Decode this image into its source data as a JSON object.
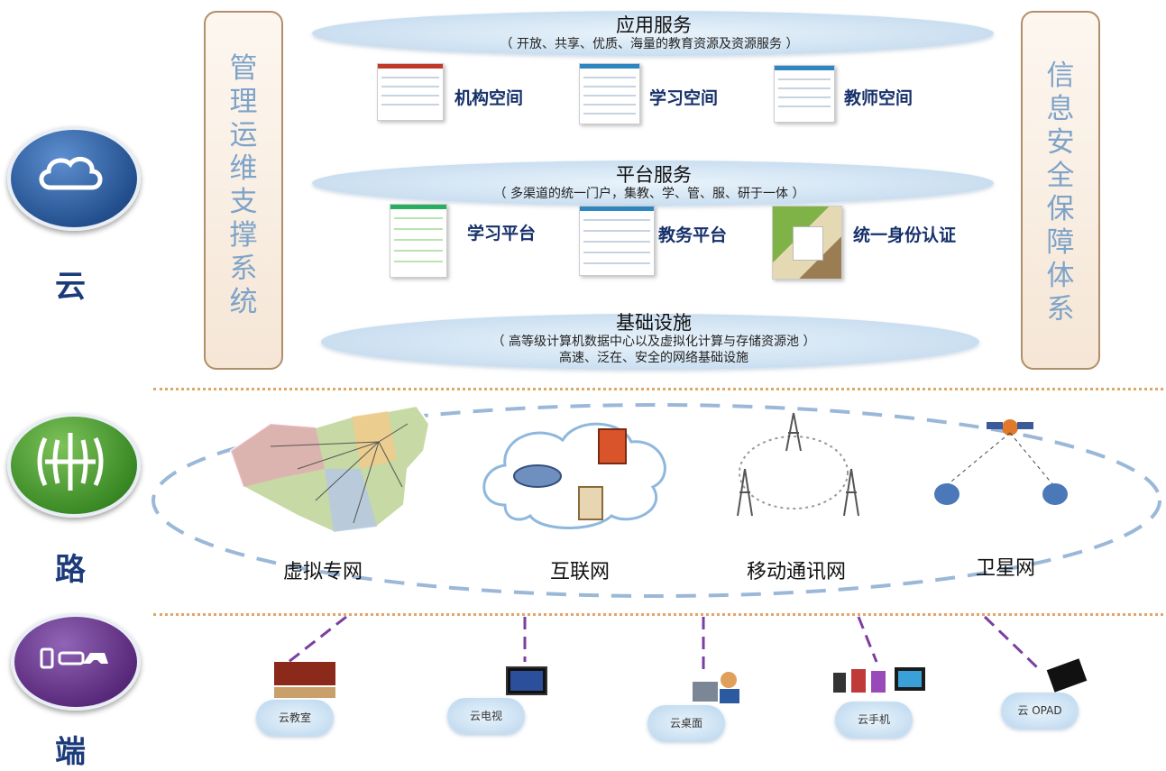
{
  "layers": {
    "cloud": "云",
    "road": "路",
    "end": "端"
  },
  "left_panel": {
    "text": "管理运维支撑系统"
  },
  "right_panel": {
    "text": "信息安全保障体系"
  },
  "app_services": {
    "title": "应用服务",
    "subtitle": "（ 开放、共享、优质、海量的教育资源及资源服务 ）",
    "items": [
      "机构空间",
      "学习空间",
      "教师空间"
    ]
  },
  "platform_services": {
    "title": "平台服务",
    "subtitle": "（ 多渠道的统一门户，集教、学、管、服、研于一体 ）",
    "items": [
      "学习平台",
      "教务平台",
      "统一身份认证"
    ]
  },
  "infrastructure": {
    "title": "基础设施",
    "line1": "（ 高等级计算机数据中心以及虚拟化计算与存储资源池 ）",
    "line2": "高速、泛在、安全的网络基础设施"
  },
  "networks": [
    "虚拟专网",
    "互联网",
    "移动通讯网",
    "卫星网"
  ],
  "endpoints": [
    "云教室",
    "云电视",
    "云桌面",
    "云手机",
    "云 OPAD"
  ],
  "colors": {
    "cloud_layer": "#2a5aa0",
    "road_layer": "#3d8a2a",
    "end_layer": "#5b2b7a",
    "panel_text": "#7ea3c9",
    "dotted": "#e2a56b",
    "dashed": "#9bb8d8"
  }
}
